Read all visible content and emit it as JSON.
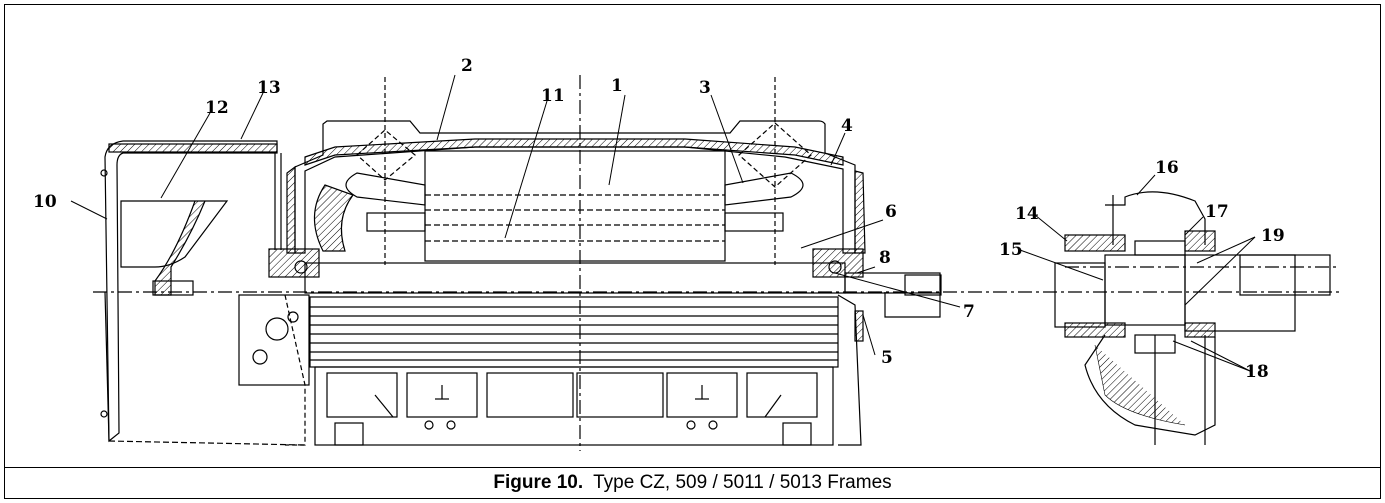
{
  "figure": {
    "caption_label": "Figure 10.",
    "caption_text": "Type CZ, 509 / 5011 / 5013 Frames"
  },
  "callouts": [
    "1",
    "2",
    "3",
    "4",
    "5",
    "6",
    "7",
    "8",
    "10",
    "11",
    "12",
    "13",
    "14",
    "15",
    "16",
    "17",
    "18",
    "19"
  ]
}
